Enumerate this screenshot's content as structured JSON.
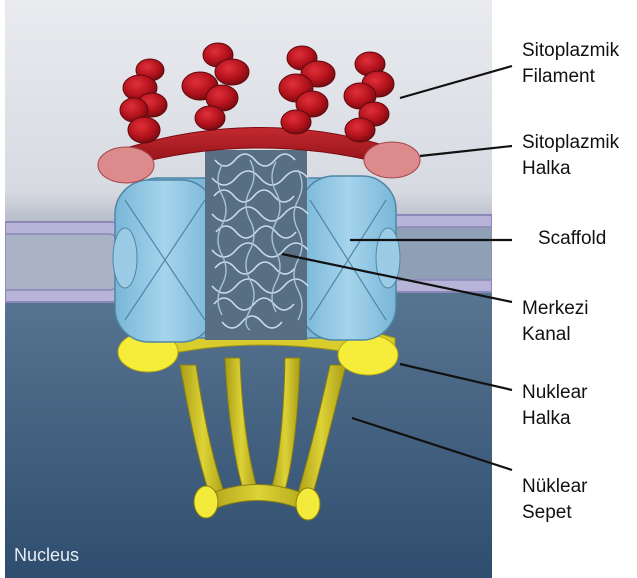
{
  "region_label": "Nucleus",
  "labels": [
    {
      "id": "cyto-filament",
      "line1": "Sitoplazmik",
      "line2": "Filament"
    },
    {
      "id": "cyto-ring",
      "line1": "Sitoplazmik",
      "line2": "Halka"
    },
    {
      "id": "scaffold",
      "line1": "Scaffold",
      "line2": ""
    },
    {
      "id": "central-channel",
      "line1": "Merkezi",
      "line2": "Kanal"
    },
    {
      "id": "nuclear-ring",
      "line1": "Nuklear",
      "line2": "Halka"
    },
    {
      "id": "nuclear-basket",
      "line1": "Nüklear",
      "line2": "Sepet"
    }
  ],
  "colors": {
    "filament": "#b3121c",
    "cyto_ring": "#d8777a",
    "scaffold": "#8fc6e3",
    "nuclear_ring": "#f2e83a",
    "basket": "#c9bd25",
    "membrane": "#b7b3d6",
    "nucleus_bg": "#3e5f82",
    "cytoplasm_bg": "#e1e3e9"
  }
}
